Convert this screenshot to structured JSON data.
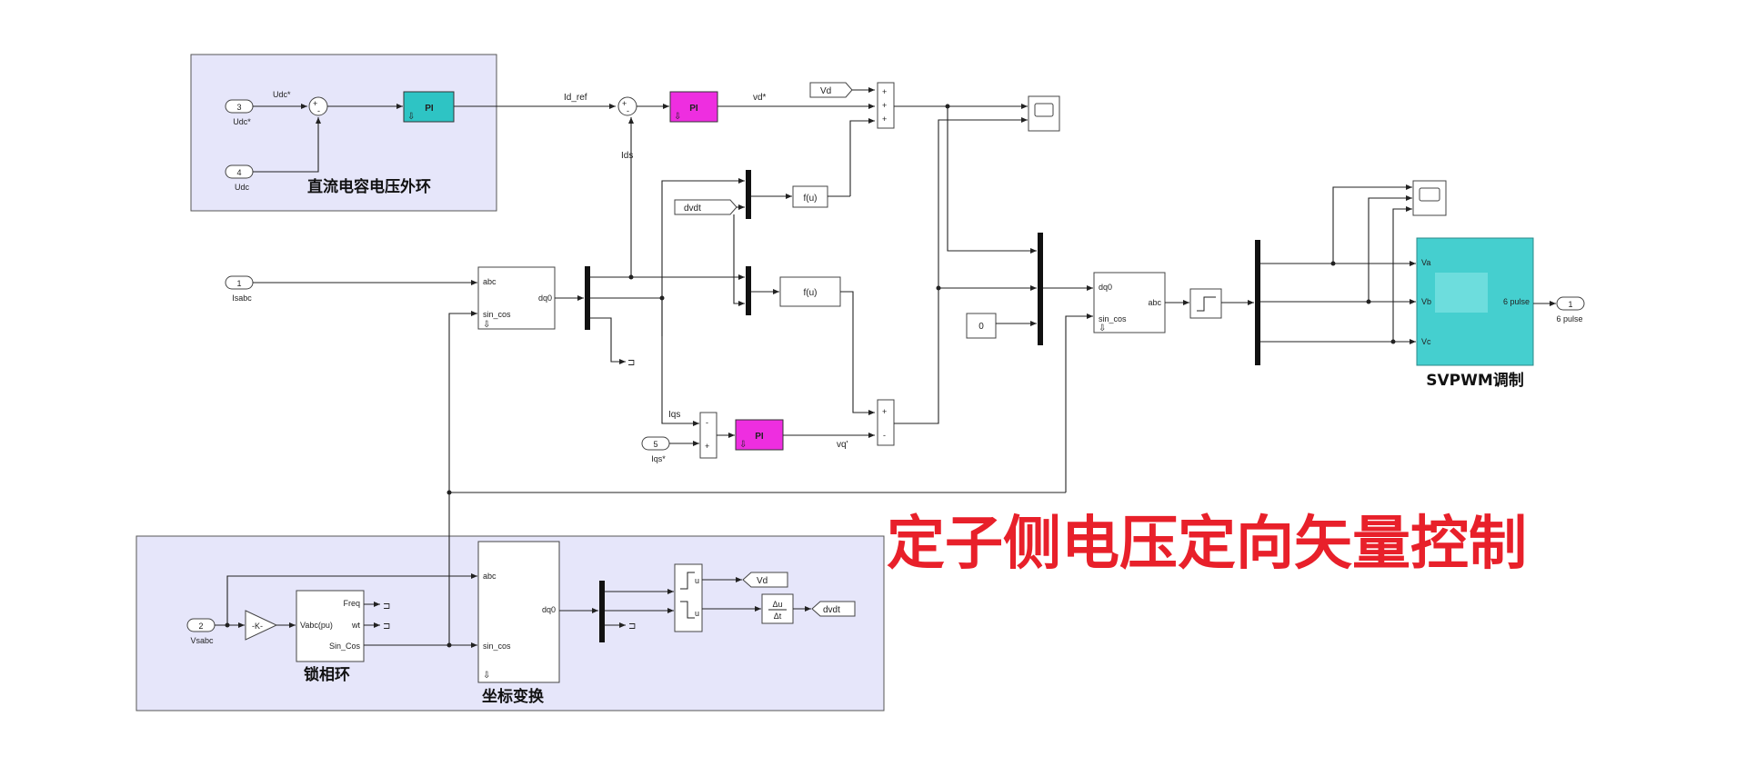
{
  "title": "定子侧电压定向矢量控制",
  "groups": {
    "dc_loop": "直流电容电压外环",
    "pll": "锁相环",
    "transform": "坐标变换",
    "svpwm": "SVPWM调制"
  },
  "ports": {
    "in3_num": "3",
    "in3_label": "Udc*",
    "in4_num": "4",
    "in4_label": "Udc",
    "in1_num": "1",
    "in1_label": "Isabc",
    "in5_num": "5",
    "in5_label": "Iqs*",
    "in2_num": "2",
    "in2_label": "Vsabc",
    "out1_num": "1",
    "out1_label": "6 pulse"
  },
  "signals": {
    "udc_star": "Udc*",
    "id_ref": "Id_ref",
    "ids": "Ids",
    "iqs": "Iqs",
    "vd_star": "vd*",
    "vq_star": "vq'"
  },
  "blocks": {
    "pi": "PI",
    "fu": "f(u)",
    "gain": "-K-",
    "const0": "0",
    "vd_goto": "Vd",
    "dvdt_goto": "dvdt",
    "vd_from": "Vd",
    "dvdt_from": "dvdt",
    "abc": "abc",
    "sin_cos": "sin_cos",
    "dq0": "dq0",
    "pll_freq": "Freq",
    "pll_vabc": "Vabc(pu)",
    "pll_wt": "wt",
    "pll_sincos": "Sin_Cos",
    "svpwm_va": "Va",
    "svpwm_vb": "Vb",
    "svpwm_vc": "Vc",
    "svpwm_out": "6 pulse",
    "deriv_top": "Δu",
    "deriv_bot": "Δt",
    "sum_plus": "+",
    "sum_minus": "-"
  },
  "colors": {
    "group_fill": "#e6e6fa",
    "pi_cyan": "#2ec4c4",
    "pi_magenta": "#ee2ee0",
    "svpwm_fill": "#45cfcf",
    "title_red": "#e8202a"
  }
}
